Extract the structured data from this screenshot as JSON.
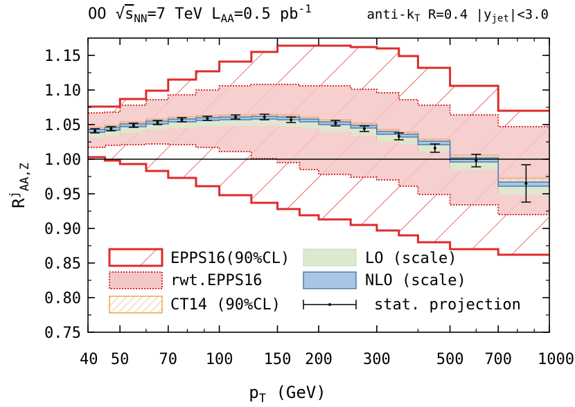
{
  "header": {
    "left": {
      "prefix": "OO ",
      "sqrt_symbol": "√",
      "s": "s",
      "nn": "NN",
      "energy": "=7 TeV ",
      "lumi_L": "L",
      "lumi_sub": "AA",
      "lumi_val": "=0.5 pb",
      "lumi_exp": "-1"
    },
    "right": {
      "alg": "anti-k",
      "alg_sub": "T",
      "radius": " R=0.4 |y",
      "y_sub": "jet",
      "rap": "|<3.0"
    }
  },
  "axes": {
    "xlabel_main": "p",
    "xlabel_sub": "T",
    "xlabel_unit": " (GeV)",
    "ylabel_main": "R",
    "ylabel_sup": "j",
    "ylabel_sub": "AA,Z"
  },
  "legend": {
    "epps16": "EPPS16(90%CL)",
    "rwt": "rwt.EPPS16",
    "ct14": "CT14 (90%CL)",
    "lo": "LO (scale)",
    "nlo": "NLO (scale)",
    "stat": "stat. projection"
  },
  "colors": {
    "epps16": "#dd2b2b",
    "rwt_fill": "#f4c7c7",
    "ct14": "#f0a050",
    "lo_fill": "#dde9cf",
    "nlo_fill": "#a9c6e4",
    "nlo_line": "#4c7fae",
    "stat": "#000000"
  },
  "chart_data": {
    "type": "area",
    "x_scale": "log",
    "xlim": [
      40,
      1000
    ],
    "ylim": [
      0.75,
      1.175
    ],
    "x_ticks": [
      40,
      50,
      70,
      100,
      150,
      200,
      300,
      500,
      700,
      1000
    ],
    "y_ticks": [
      0.75,
      0.8,
      0.85,
      0.9,
      0.95,
      1.0,
      1.05,
      1.1,
      1.15
    ],
    "reference_line": 1.0,
    "bin_edges": [
      40,
      45,
      50,
      60,
      70,
      85,
      100,
      125,
      150,
      175,
      200,
      250,
      300,
      350,
      400,
      500,
      700,
      1000
    ],
    "series": [
      {
        "name": "EPPS16(90%CL)",
        "style": "hatched-band",
        "upper": [
          1.076,
          1.076,
          1.087,
          1.099,
          1.115,
          1.127,
          1.141,
          1.155,
          1.164,
          1.164,
          1.164,
          1.162,
          1.16,
          1.149,
          1.132,
          1.106,
          1.07
        ],
        "lower": [
          1.003,
          0.998,
          0.993,
          0.983,
          0.973,
          0.961,
          0.948,
          0.937,
          0.928,
          0.919,
          0.913,
          0.905,
          0.897,
          0.89,
          0.88,
          0.87,
          0.862
        ]
      },
      {
        "name": "rwt.EPPS16",
        "style": "dotted-band",
        "upper": [
          1.067,
          1.068,
          1.078,
          1.086,
          1.093,
          1.1,
          1.106,
          1.108,
          1.108,
          1.106,
          1.106,
          1.101,
          1.096,
          1.086,
          1.078,
          1.064,
          1.047
        ],
        "lower": [
          1.017,
          1.02,
          1.021,
          1.022,
          1.021,
          1.017,
          1.011,
          1.001,
          0.995,
          0.985,
          0.978,
          0.974,
          0.97,
          0.961,
          0.949,
          0.934,
          0.92
        ]
      },
      {
        "name": "CT14 (90%CL)",
        "style": "hatched-band",
        "upper": [
          1.046,
          1.049,
          1.054,
          1.058,
          1.061,
          1.063,
          1.064,
          1.065,
          1.064,
          1.061,
          1.057,
          1.052,
          1.043,
          1.039,
          1.029,
          1.006,
          0.973
        ],
        "lower": [
          1.033,
          1.036,
          1.04,
          1.044,
          1.047,
          1.049,
          1.05,
          1.05,
          1.049,
          1.046,
          1.042,
          1.036,
          1.027,
          1.024,
          1.012,
          0.986,
          0.95
        ]
      },
      {
        "name": "LO (scale)",
        "style": "band",
        "upper": [
          1.044,
          1.047,
          1.052,
          1.056,
          1.059,
          1.061,
          1.062,
          1.063,
          1.062,
          1.059,
          1.055,
          1.05,
          1.041,
          1.037,
          1.027,
          1.004,
          0.97
        ],
        "lower": [
          1.031,
          1.034,
          1.038,
          1.042,
          1.045,
          1.047,
          1.048,
          1.048,
          1.047,
          1.044,
          1.04,
          1.034,
          1.025,
          1.022,
          1.01,
          0.984,
          0.948
        ]
      },
      {
        "name": "NLO (scale)",
        "style": "band",
        "upper": [
          1.043,
          1.046,
          1.051,
          1.055,
          1.058,
          1.06,
          1.061,
          1.062,
          1.061,
          1.058,
          1.054,
          1.049,
          1.04,
          1.036,
          1.026,
          1.002,
          0.967
        ],
        "lower": [
          1.039,
          1.042,
          1.047,
          1.051,
          1.054,
          1.056,
          1.057,
          1.058,
          1.057,
          1.054,
          1.05,
          1.045,
          1.036,
          1.032,
          1.021,
          0.996,
          0.961
        ]
      }
    ],
    "stat_projection": {
      "name": "stat. projection",
      "x": [
        42,
        47,
        55,
        65,
        77,
        92,
        112,
        137,
        165,
        225,
        275,
        350,
        450,
        600,
        850
      ],
      "y": [
        1.041,
        1.044,
        1.049,
        1.053,
        1.057,
        1.059,
        1.061,
        1.061,
        1.057,
        1.052,
        1.044,
        1.033,
        1.016,
        0.998,
        0.965
      ],
      "err": [
        0.003,
        0.003,
        0.003,
        0.003,
        0.003,
        0.003,
        0.003,
        0.004,
        0.004,
        0.004,
        0.004,
        0.005,
        0.006,
        0.009,
        0.027
      ]
    }
  }
}
